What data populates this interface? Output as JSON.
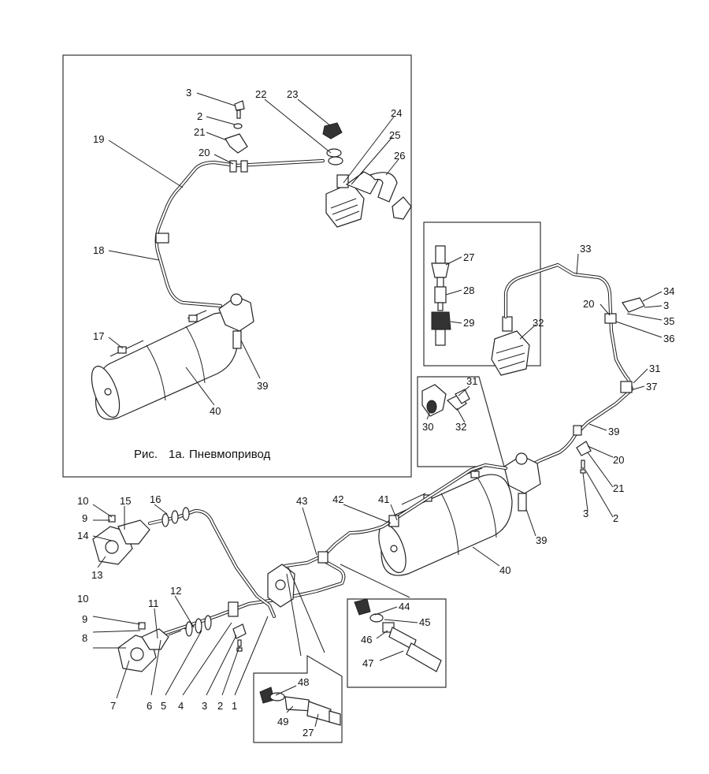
{
  "caption": {
    "prefix": "Рис.",
    "number": "1а.",
    "title": "Пневмопривод"
  },
  "callouts": [
    "3",
    "2",
    "21",
    "20",
    "19",
    "18",
    "17",
    "22",
    "23",
    "24",
    "25",
    "26",
    "39",
    "40",
    "27",
    "28",
    "29",
    "32",
    "33",
    "34",
    "3",
    "20",
    "35",
    "36",
    "31",
    "37",
    "31",
    "30",
    "32",
    "39",
    "20",
    "21",
    "3",
    "2",
    "10",
    "9",
    "15",
    "16",
    "14",
    "13",
    "10",
    "9",
    "11",
    "12",
    "8",
    "7",
    "6",
    "5",
    "4",
    "3",
    "2",
    "1",
    "43",
    "42",
    "41",
    "39",
    "40",
    "44",
    "45",
    "46",
    "47",
    "48",
    "49",
    "27"
  ],
  "colors": {
    "ink": "#222222",
    "background": "#ffffff"
  }
}
